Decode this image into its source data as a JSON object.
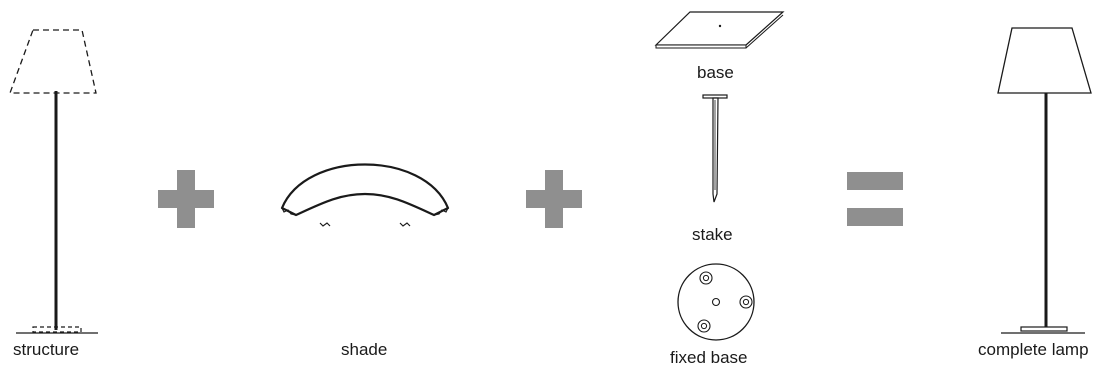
{
  "labels": {
    "structure": "structure",
    "shade": "shade",
    "base": "base",
    "stake": "stake",
    "fixed_base": "fixed base",
    "complete_lamp": "complete lamp"
  },
  "colors": {
    "operator_gray": "#8f8f8f",
    "line": "#1a1a1a"
  },
  "icons": [
    "plus-sign",
    "plus-sign",
    "equals-sign"
  ]
}
